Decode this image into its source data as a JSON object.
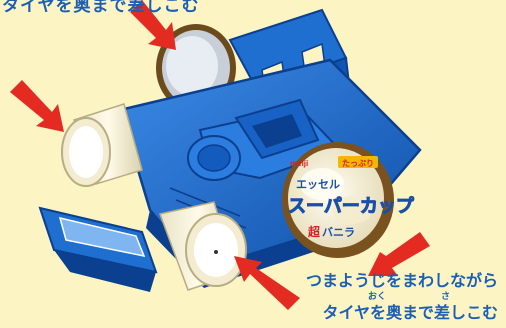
{
  "top_caption": "タイヤを奥まで差しこむ",
  "instruction": {
    "line1": "つまようじをまわしながら",
    "line2": "タイヤを奥まで差しこむ",
    "ruby_oku": "おく",
    "ruby_sa": "さ"
  },
  "cup": {
    "brand": "meiji",
    "name_small": "エッセル",
    "name_large": "スーパーカップ",
    "badge": "たっぷり",
    "flavor_prefix": "超",
    "flavor": "バニラ"
  },
  "colors": {
    "background": "#fdf4c4",
    "car_blue": "#1e6fd0",
    "car_dark": "#0b3f8f",
    "arrow_red": "#e32b22",
    "text_blue": "#1a5fb4"
  }
}
